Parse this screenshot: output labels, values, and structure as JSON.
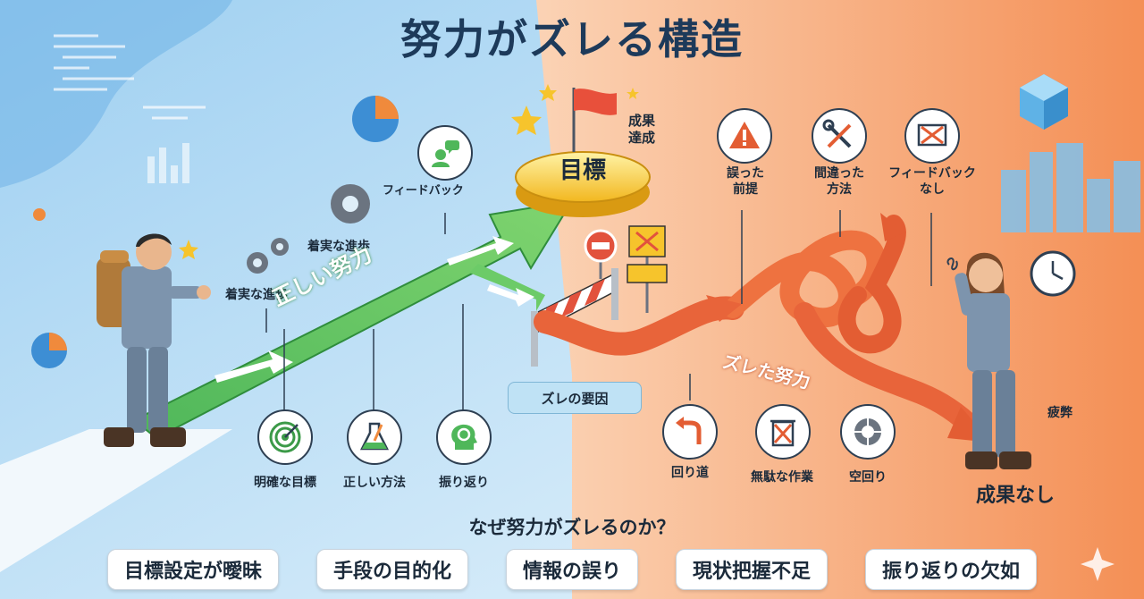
{
  "title": "努力がズレる構造",
  "goal": {
    "label": "目標",
    "achieved": "成果\n達成"
  },
  "correct_path": {
    "arrow_label": "正しい努力",
    "top_labels": {
      "steady_progress_1": "着実な進歩",
      "steady_progress_2": "着実な進歩",
      "feedback": "フィードバック"
    },
    "pillars": [
      {
        "label": "明確な目標",
        "icon": "target-icon"
      },
      {
        "label": "正しい方法",
        "icon": "flask-icon"
      },
      {
        "label": "振り返り",
        "icon": "head-refresh-icon"
      }
    ]
  },
  "cause_badge": "ズレの要因",
  "wrong_path": {
    "arrow_label": "ズレた努力",
    "top_items": [
      {
        "label": "誤った\n前提",
        "icon": "warning-icon"
      },
      {
        "label": "間違った\n方法",
        "icon": "tools-icon"
      },
      {
        "label": "フィードバック\nなし",
        "icon": "no-message-icon"
      }
    ],
    "bottom_items": [
      {
        "label": "回り道",
        "icon": "detour-icon"
      },
      {
        "label": "無駄な作業",
        "icon": "trash-x-icon"
      },
      {
        "label": "空回り",
        "icon": "spinning-wheel-icon"
      }
    ],
    "fatigue": "疲弊",
    "result": "成果なし"
  },
  "question": "なぜ努力がズレるのか？",
  "reasons": [
    "目標設定が曖昧",
    "手段の目的化",
    "情報の誤り",
    "現状把握不足",
    "振り返りの欠如"
  ],
  "colors": {
    "correct_green": "#5cc15f",
    "wrong_orange": "#e8643a",
    "left_bg": "#bde0f6",
    "right_bg": "#f7a777",
    "goal_gold": "#f5c531"
  }
}
